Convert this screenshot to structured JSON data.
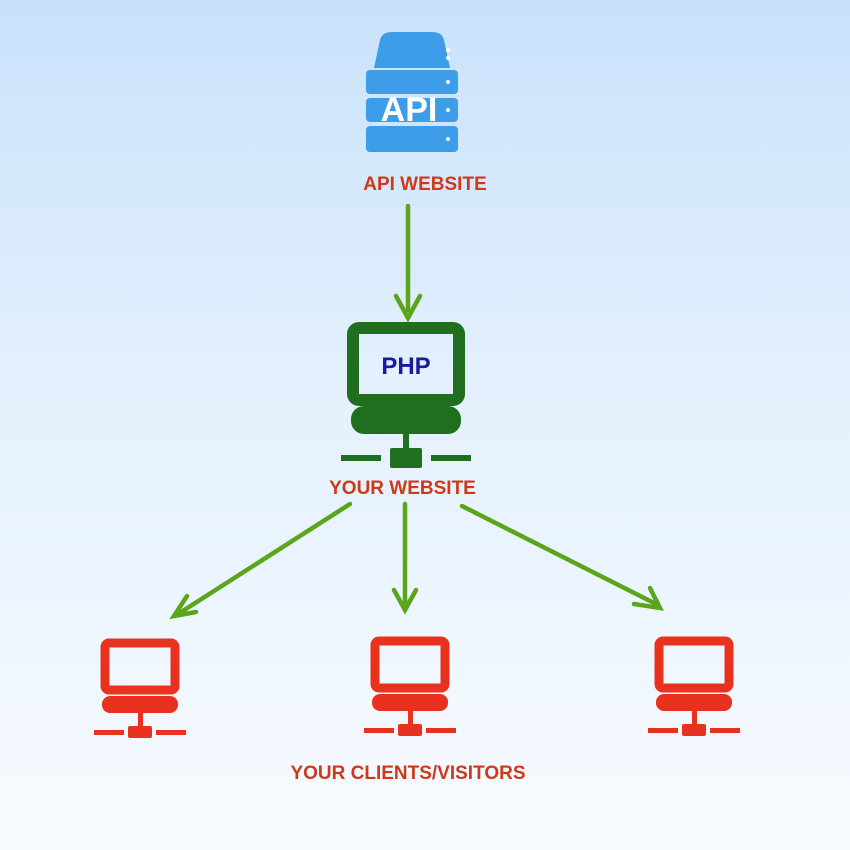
{
  "diagram": {
    "api_node": {
      "icon_text": "API",
      "label": "API WEBSITE"
    },
    "website_node": {
      "screen_text": "PHP",
      "label": "YOUR WEBSITE"
    },
    "clients": {
      "label": "YOUR CLIENTS/VISITORS",
      "count": 3
    },
    "icons": {
      "api": "server-icon",
      "website": "computer-network-icon",
      "client": "computer-network-icon"
    }
  },
  "colors": {
    "api_blue": "#3d9de8",
    "website_green": "#1f6f1e",
    "client_red": "#e8321f",
    "arrow_green": "#5aa51a",
    "label_red": "#cc3a1a",
    "php_text_blue": "#1a1aa0"
  }
}
